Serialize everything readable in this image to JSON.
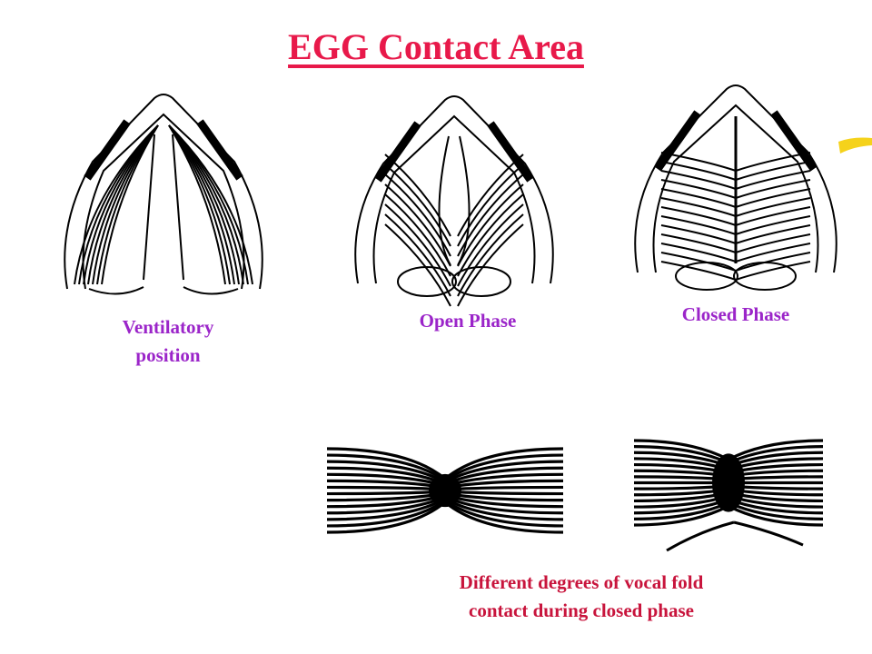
{
  "title": "EGG Contact Area",
  "colors": {
    "title": "#e8194a",
    "label_purple": "#9b25c9",
    "label_red": "#c8143c",
    "ink": "#000000",
    "accent": "#f5d21b"
  },
  "labels": {
    "ventilatory": [
      "Ventilatory",
      "position"
    ],
    "open": "Open Phase",
    "closed": "Closed Phase",
    "caption": [
      "Different degrees of vocal fold",
      "contact during closed phase"
    ]
  }
}
